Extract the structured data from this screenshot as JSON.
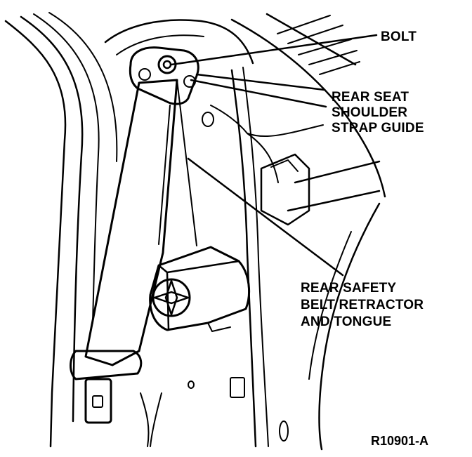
{
  "callouts": {
    "bolt": "BOLT",
    "guide": [
      "REAR SEAT",
      "SHOULDER",
      "STRAP GUIDE"
    ],
    "retractor": [
      "REAR SAFETY",
      "BELT RETRACTOR",
      "AND TONGUE"
    ]
  },
  "figure_code": "R10901-A"
}
